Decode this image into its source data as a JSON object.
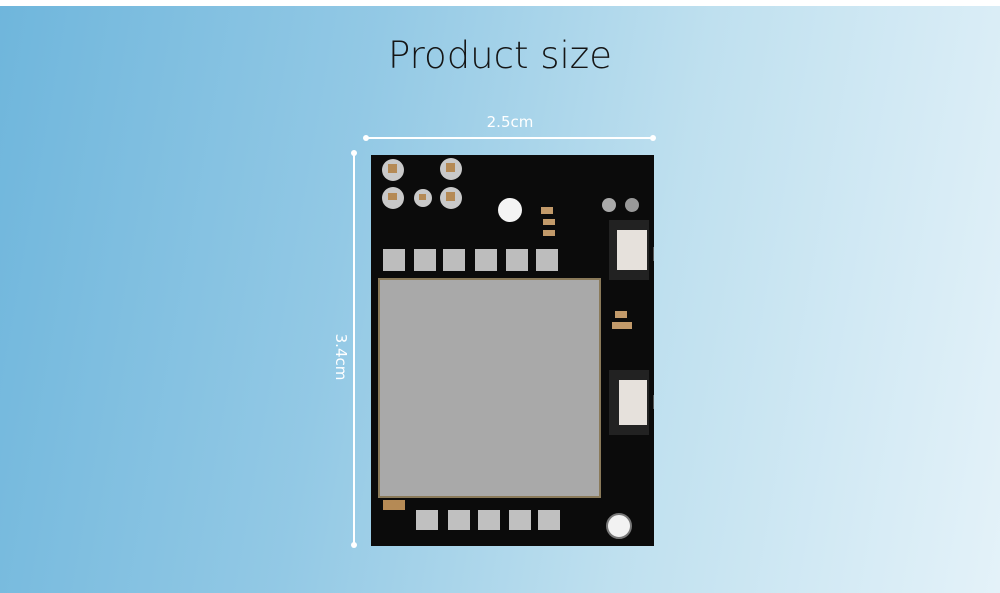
{
  "title": "Product size",
  "dimensions": {
    "width_label": "2.5cm",
    "height_label": "3.4cm"
  }
}
